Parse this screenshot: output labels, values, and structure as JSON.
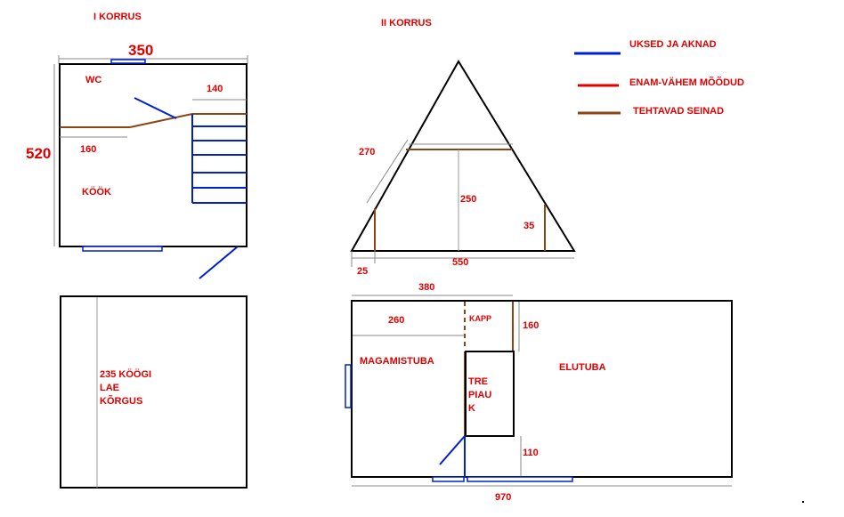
{
  "floor1": {
    "title": "I KORRUS",
    "width_label": "350",
    "height_label": "520",
    "wc_label": "WC",
    "dim_140": "140",
    "dim_160": "160",
    "kitchen_label": "KÖÖK"
  },
  "floor1_ceiling": {
    "line1": "235 KÖÖGI",
    "line2": "LAE",
    "line3": "KÕRGUS"
  },
  "floor2": {
    "title": "II KORRUS",
    "dim_270": "270",
    "dim_250": "250",
    "dim_35": "35",
    "dim_25": "25",
    "dim_550": "550"
  },
  "floor2_plan": {
    "dim_380": "380",
    "dim_260": "260",
    "closet_label": "KAPP",
    "dim_160": "160",
    "bedroom_label": "MAGAMISTUBA",
    "living_label": "ELUTUBA",
    "stair_line1": "TRE",
    "stair_line2": "PIAU",
    "stair_line3": "K",
    "dim_110": "110",
    "dim_970": "970"
  },
  "legend": {
    "items": [
      {
        "label": "UKSED JA AKNAD",
        "color": "#0020d0"
      },
      {
        "label": "ENAM-VÄHEM MÕÕDUD",
        "color": "#e00000"
      },
      {
        "label": "TEHTAVAD SEINAD",
        "color": "#8b4513"
      }
    ]
  }
}
